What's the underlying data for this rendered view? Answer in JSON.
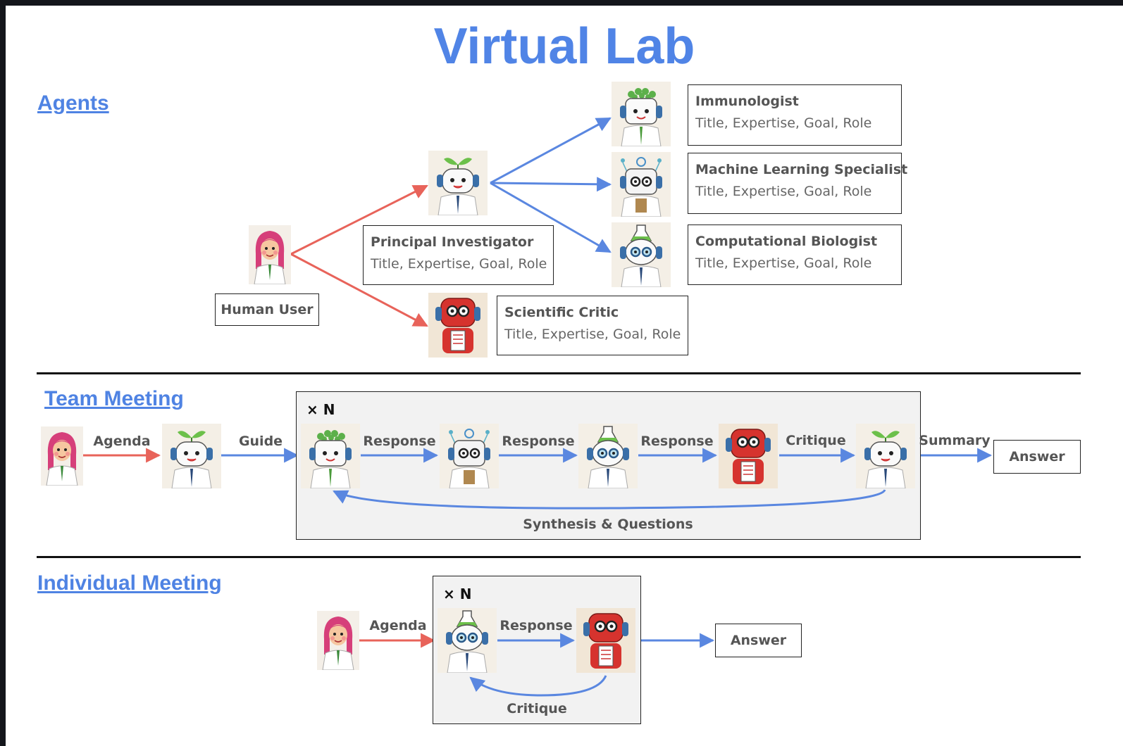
{
  "title": "Virtual Lab",
  "colors": {
    "title": "#5084e6",
    "human_link": "#e8635a",
    "agent_link": "#5a87e0",
    "loop_background": "#f2f2f2"
  },
  "agents_section": {
    "heading": "Agents",
    "human_user": "Human User",
    "principal_investigator": {
      "title": "Principal Investigator",
      "attributes": "Title, Expertise, Goal, Role"
    },
    "scientific_critic": {
      "title": "Scientific Critic",
      "attributes": "Title, Expertise, Goal, Role"
    },
    "immunologist": {
      "title": "Immunologist",
      "attributes": "Title, Expertise, Goal, Role"
    },
    "ml_specialist": {
      "title": "Machine Learning Specialist",
      "attributes": "Title, Expertise, Goal, Role"
    },
    "computational_biologist": {
      "title": "Computational Biologist",
      "attributes": "Title, Expertise, Goal, Role"
    }
  },
  "team_meeting": {
    "heading": "Team Meeting",
    "repeat": "× N",
    "labels": {
      "agenda": "Agenda",
      "guide": "Guide",
      "response1": "Response",
      "response2": "Response",
      "response3": "Response",
      "critique": "Critique",
      "summary": "Summary",
      "loop": "Synthesis & Questions"
    },
    "answer": "Answer"
  },
  "individual_meeting": {
    "heading": "Individual Meeting",
    "repeat": "× N",
    "labels": {
      "agenda": "Agenda",
      "response": "Response",
      "critique": "Critique"
    },
    "answer": "Answer"
  }
}
